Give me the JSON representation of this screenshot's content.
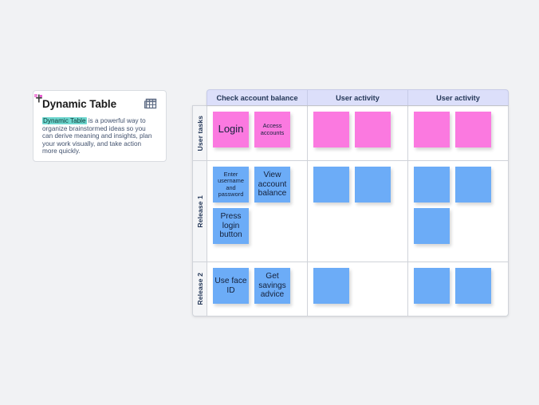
{
  "card": {
    "title": "Dynamic Table",
    "icon": "table-icon",
    "body_highlight": "Dynamic Table",
    "body_text": " is a powerful way to organize brainstormed ideas so you can derive meaning and insights, plan your work visually, and take action more quickly.",
    "highlight_color": "#6fd7cf"
  },
  "cursor": {
    "name": "pointer-marker",
    "color": "#e040c0"
  },
  "table": {
    "header_bg": "#dcdffa",
    "columns": [
      {
        "label": "Check account balance"
      },
      {
        "label": "User activity"
      },
      {
        "label": "User activity"
      }
    ],
    "rows": [
      {
        "label": "User tasks"
      },
      {
        "label": "Release 1"
      },
      {
        "label": "Release 2"
      }
    ],
    "note_colors": {
      "pink": "#fb79e0",
      "blue": "#6cacf7"
    },
    "cells": [
      [
        [
          {
            "text": "Login",
            "color": "pink",
            "size": "t-lg"
          },
          {
            "text": "Access accounts",
            "color": "pink",
            "size": "t-sm"
          }
        ],
        [
          {
            "text": "",
            "color": "pink",
            "size": "t-md"
          },
          {
            "text": "",
            "color": "pink",
            "size": "t-md"
          }
        ],
        [
          {
            "text": "",
            "color": "pink",
            "size": "t-md"
          },
          {
            "text": "",
            "color": "pink",
            "size": "t-md"
          }
        ]
      ],
      [
        [
          {
            "text": "Enter username and password",
            "color": "blue",
            "size": "t-sm"
          },
          {
            "text": "View account balance",
            "color": "blue",
            "size": "t-md"
          },
          {
            "text": "Press login button",
            "color": "blue",
            "size": "t-md"
          }
        ],
        [
          {
            "text": "",
            "color": "blue",
            "size": "t-md"
          },
          {
            "text": "",
            "color": "blue",
            "size": "t-md"
          }
        ],
        [
          {
            "text": "",
            "color": "blue",
            "size": "t-md"
          },
          {
            "text": "",
            "color": "blue",
            "size": "t-md"
          },
          {
            "text": "",
            "color": "blue",
            "size": "t-md"
          }
        ]
      ],
      [
        [
          {
            "text": "Use face ID",
            "color": "blue",
            "size": "t-md"
          },
          {
            "text": "Get savings advice",
            "color": "blue",
            "size": "t-md"
          }
        ],
        [
          {
            "text": "",
            "color": "blue",
            "size": "t-md"
          }
        ],
        [
          {
            "text": "",
            "color": "blue",
            "size": "t-md"
          },
          {
            "text": "",
            "color": "blue",
            "size": "t-md"
          }
        ]
      ]
    ]
  }
}
